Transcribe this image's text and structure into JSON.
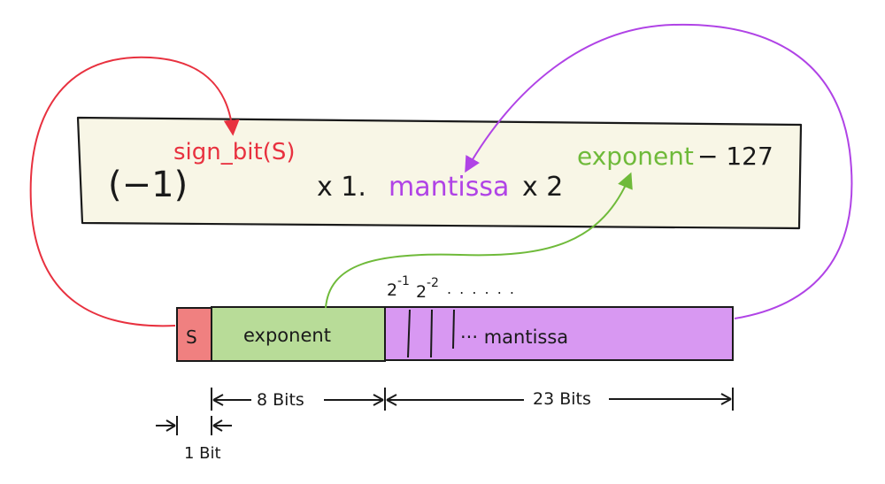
{
  "formula": {
    "base_text": "(−1)",
    "sign_exponent": "sign_bit(S)",
    "times_one": "x 1.",
    "mantissa": "mantissa",
    "times_two": "x 2",
    "exponent": "exponent",
    "bias": "− 127"
  },
  "bits": {
    "sign_label": "S",
    "exponent_label": "exponent",
    "mantissa_label": "··· mantissa",
    "powers": {
      "p1_base": "2",
      "p1_exp": "-1",
      "p2_base": "2",
      "p2_exp": "-2",
      "dots": ". . . . . ."
    }
  },
  "dimensions": {
    "exponent_width": "8 Bits",
    "mantissa_width": "23 Bits",
    "sign_width": "1 Bit"
  },
  "colors": {
    "sign": "#e8313f",
    "exponent": "#6fba3a",
    "mantissa": "#b043e6",
    "box_fill": "#f8f6e6",
    "sign_fill": "#f08080",
    "exponent_fill": "#b8dc98",
    "mantissa_fill": "#d898f2"
  }
}
